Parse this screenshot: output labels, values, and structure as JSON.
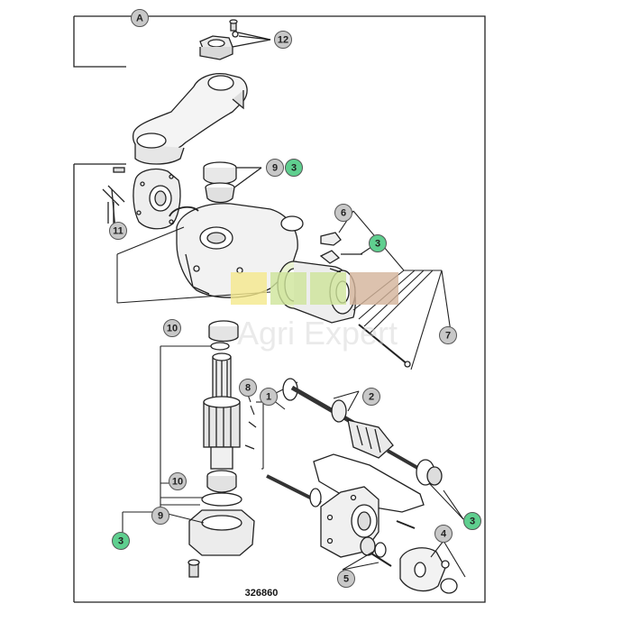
{
  "diagram": {
    "figure_number": "326860",
    "watermark": "Agri Expert",
    "colors": {
      "line": "#222222",
      "callout_fill": "#c8c8c8",
      "callout_highlight": "#5fcf8f",
      "watermark_green": "#cfe59a",
      "watermark_yellow": "#f5e98c",
      "watermark_brown": "#d4b49a"
    },
    "callouts": [
      {
        "id": "A",
        "label": "A",
        "highlight": false
      },
      {
        "id": "12",
        "label": "12",
        "highlight": false
      },
      {
        "id": "9-top",
        "label": "9",
        "highlight": false
      },
      {
        "id": "3-top",
        "label": "3",
        "highlight": true
      },
      {
        "id": "11",
        "label": "11",
        "highlight": false
      },
      {
        "id": "6",
        "label": "6",
        "highlight": false
      },
      {
        "id": "3-right",
        "label": "3",
        "highlight": true
      },
      {
        "id": "7",
        "label": "7",
        "highlight": false
      },
      {
        "id": "10-top",
        "label": "10",
        "highlight": false
      },
      {
        "id": "8",
        "label": "8",
        "highlight": false
      },
      {
        "id": "1",
        "label": "1",
        "highlight": false
      },
      {
        "id": "2",
        "label": "2",
        "highlight": false
      },
      {
        "id": "10-bottom",
        "label": "10",
        "highlight": false
      },
      {
        "id": "9-bottom",
        "label": "9",
        "highlight": false
      },
      {
        "id": "3-left",
        "label": "3",
        "highlight": true
      },
      {
        "id": "3-lower-right",
        "label": "3",
        "highlight": true
      },
      {
        "id": "4",
        "label": "4",
        "highlight": false
      },
      {
        "id": "5",
        "label": "5",
        "highlight": false
      }
    ]
  }
}
